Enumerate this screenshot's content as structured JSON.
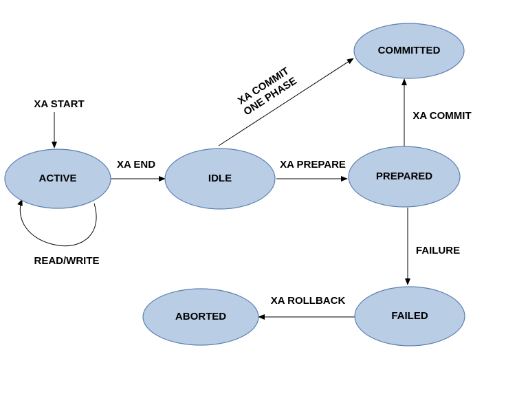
{
  "colors": {
    "state_fill": "#b9cde5",
    "state_stroke": "#5b7fb0",
    "edge": "#000000",
    "text": "#000000"
  },
  "states": {
    "committed": "COMMITTED",
    "active": "ACTIVE",
    "idle": "IDLE",
    "prepared": "PREPARED",
    "aborted": "ABORTED",
    "failed": "FAILED"
  },
  "transitions": {
    "xa_start": "XA START",
    "xa_end": "XA END",
    "xa_prepare": "XA PREPARE",
    "xa_commit": "XA COMMIT",
    "xa_commit_one_phase_line1": "XA COMMIT",
    "xa_commit_one_phase_line2": "ONE PHASE",
    "failure": "FAILURE",
    "xa_rollback": "XA ROLLBACK",
    "read_write": "READ/WRITE"
  }
}
